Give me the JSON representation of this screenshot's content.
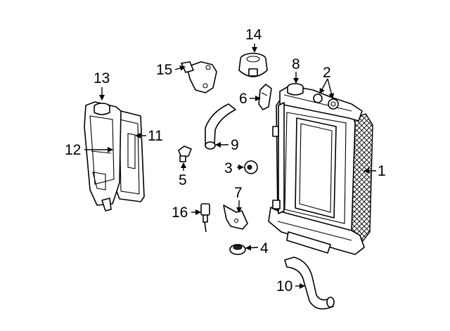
{
  "diagram": {
    "callouts": [
      "1",
      "2",
      "3",
      "4",
      "5",
      "6",
      "7",
      "8",
      "9",
      "10",
      "11",
      "12",
      "13",
      "14",
      "15",
      "16"
    ]
  },
  "colors": {
    "background": "#ffffff",
    "ink": "#000000"
  }
}
